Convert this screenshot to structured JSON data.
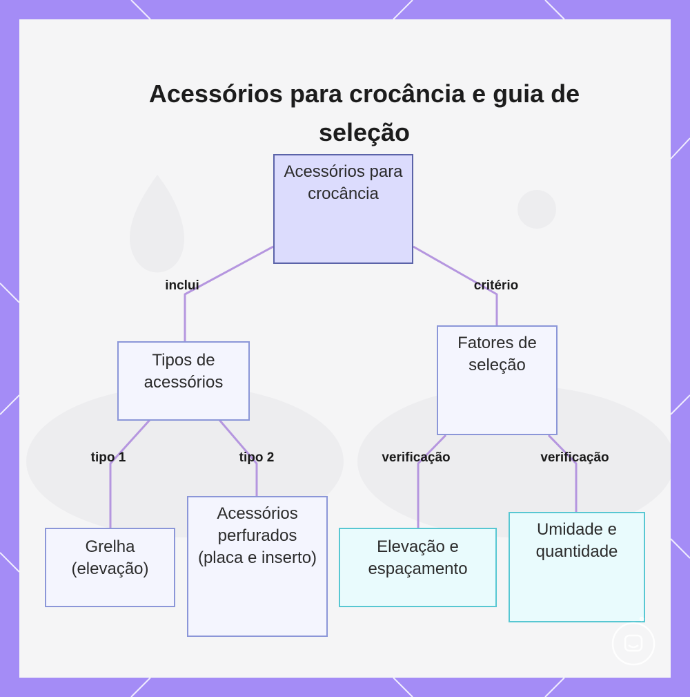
{
  "title": "Acessórios para crocância e guia de seleção",
  "nodes": {
    "root": "Acessórios para crocância",
    "tipos": "Tipos de acessórios",
    "fatores": "Fatores de seleção",
    "grelha": "Grelha (elevação)",
    "perfurados": "Acessórios perfurados (placa e inserto)",
    "elevacao": "Elevação e espaçamento",
    "umidade": "Umidade e quantidade"
  },
  "edges": {
    "inclui": "inclui",
    "criterio": "critério",
    "tipo1": "tipo 1",
    "tipo2": "tipo 2",
    "verificacao1": "verificação",
    "verificacao2": "verificação"
  },
  "colors": {
    "frame": "#a48cf6",
    "edge": "#b596df",
    "root_fill": "#dcdcfd",
    "root_border": "#5b63a8",
    "node_fill": "#f4f5fe",
    "node_border": "#8b96d8",
    "leaf_fill": "#e9fbfd",
    "leaf_border": "#57c7d2"
  }
}
